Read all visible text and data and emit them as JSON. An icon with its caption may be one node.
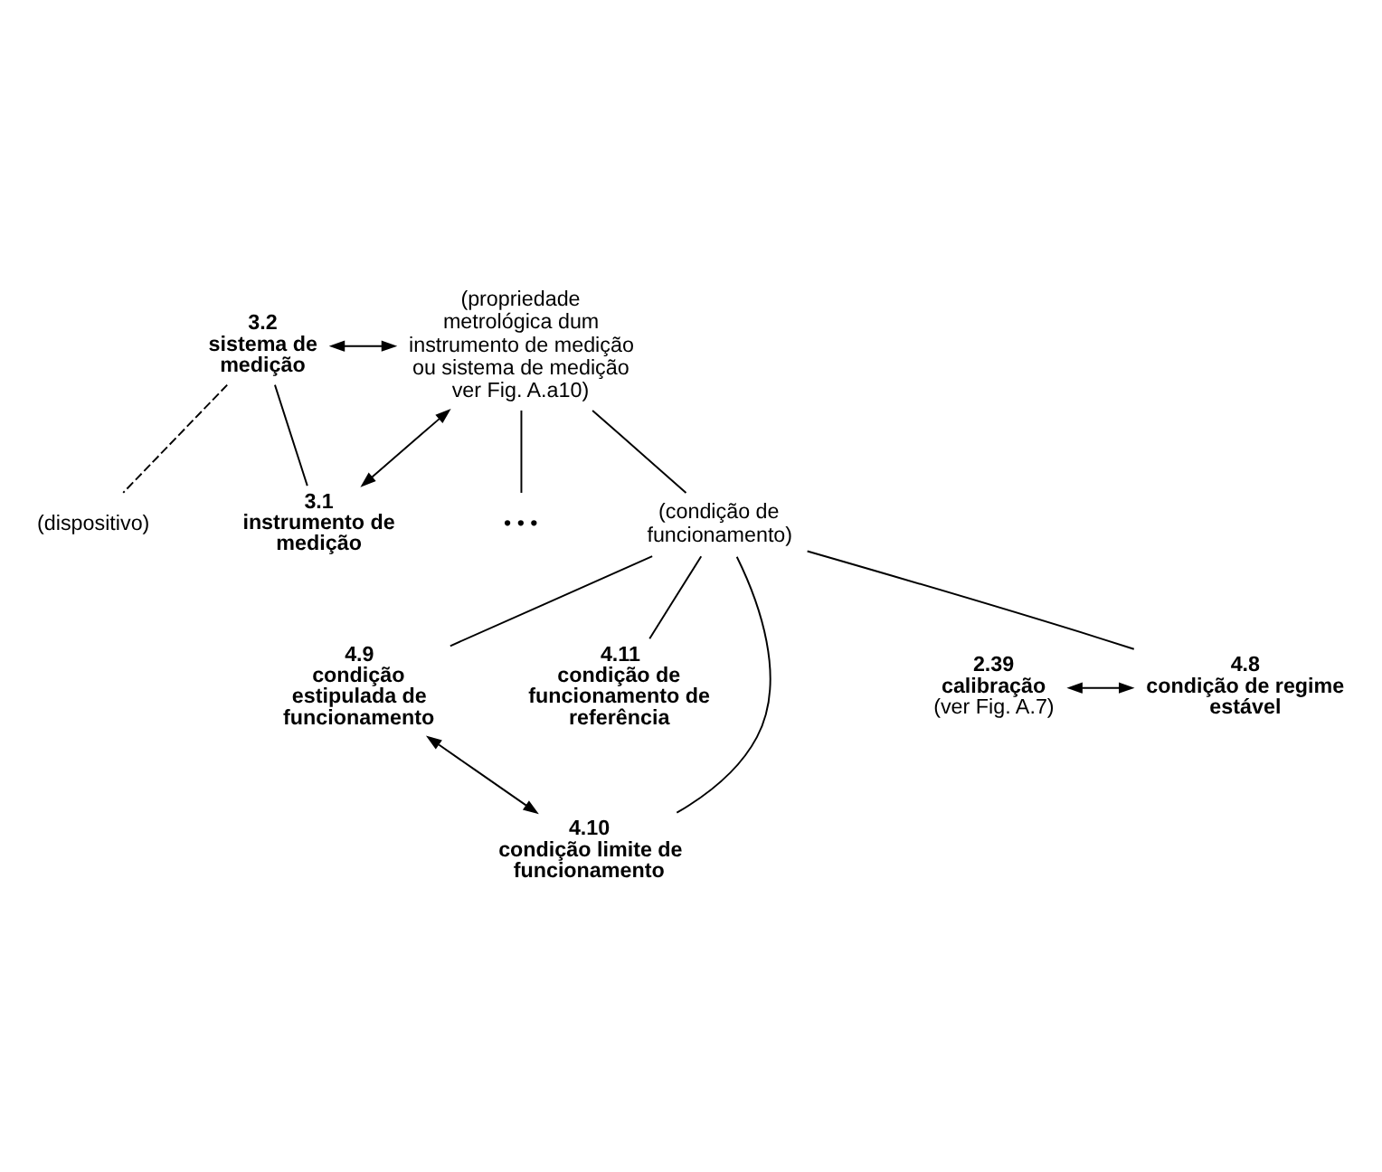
{
  "diagram": {
    "nodes": [
      {
        "text": [
          "3.2",
          "sistema de medição"
        ]
      },
      {
        "text": [
          "(propriedade metrológica dum instrumento de medição ou sistema de medição ver Fig. A.a10)"
        ]
      },
      {
        "text": [
          "(dispositivo)"
        ]
      },
      {
        "text": [
          "3.1",
          "instrumento de medição"
        ]
      },
      {
        "text": [
          "• • •"
        ]
      },
      {
        "text": [
          "(condição de funcionamento)"
        ]
      },
      {
        "text": [
          "2.39",
          "calibração",
          "(ver Fig. A.7)"
        ]
      },
      {
        "text": [
          "4.8",
          "condição de regime estável"
        ]
      },
      {
        "text": [
          "4.9",
          "condição estipulada de funcionamento"
        ]
      },
      {
        "text": [
          "4.11",
          "condição de funcionamento de referência"
        ]
      },
      {
        "text": [
          "4.10",
          "condição limite de funcionamento"
        ]
      }
    ],
    "edges": [
      {
        "from": 0,
        "to": 2,
        "arrow": "none",
        "style": "dashed"
      },
      {
        "from": 0,
        "to": 3,
        "arrow": "none"
      },
      {
        "from": 0,
        "to": 1,
        "arrow": "both"
      },
      {
        "from": 3,
        "to": 1,
        "arrow": "both"
      },
      {
        "from": 1,
        "to": 5,
        "arrow": "none"
      },
      {
        "from": 1,
        "to": 4,
        "arrow": "none"
      },
      {
        "from": 5,
        "to": 7,
        "arrow": "none"
      },
      {
        "from": 5,
        "to": 8,
        "arrow": "none"
      },
      {
        "from": 5,
        "to": 10,
        "arrow": "none"
      },
      {
        "from": 5,
        "to": 9,
        "arrow": "none"
      },
      {
        "from": 6,
        "to": 7,
        "arrow": "both"
      },
      {
        "from": 8,
        "to": 10,
        "arrow": "both"
      }
    ]
  }
}
